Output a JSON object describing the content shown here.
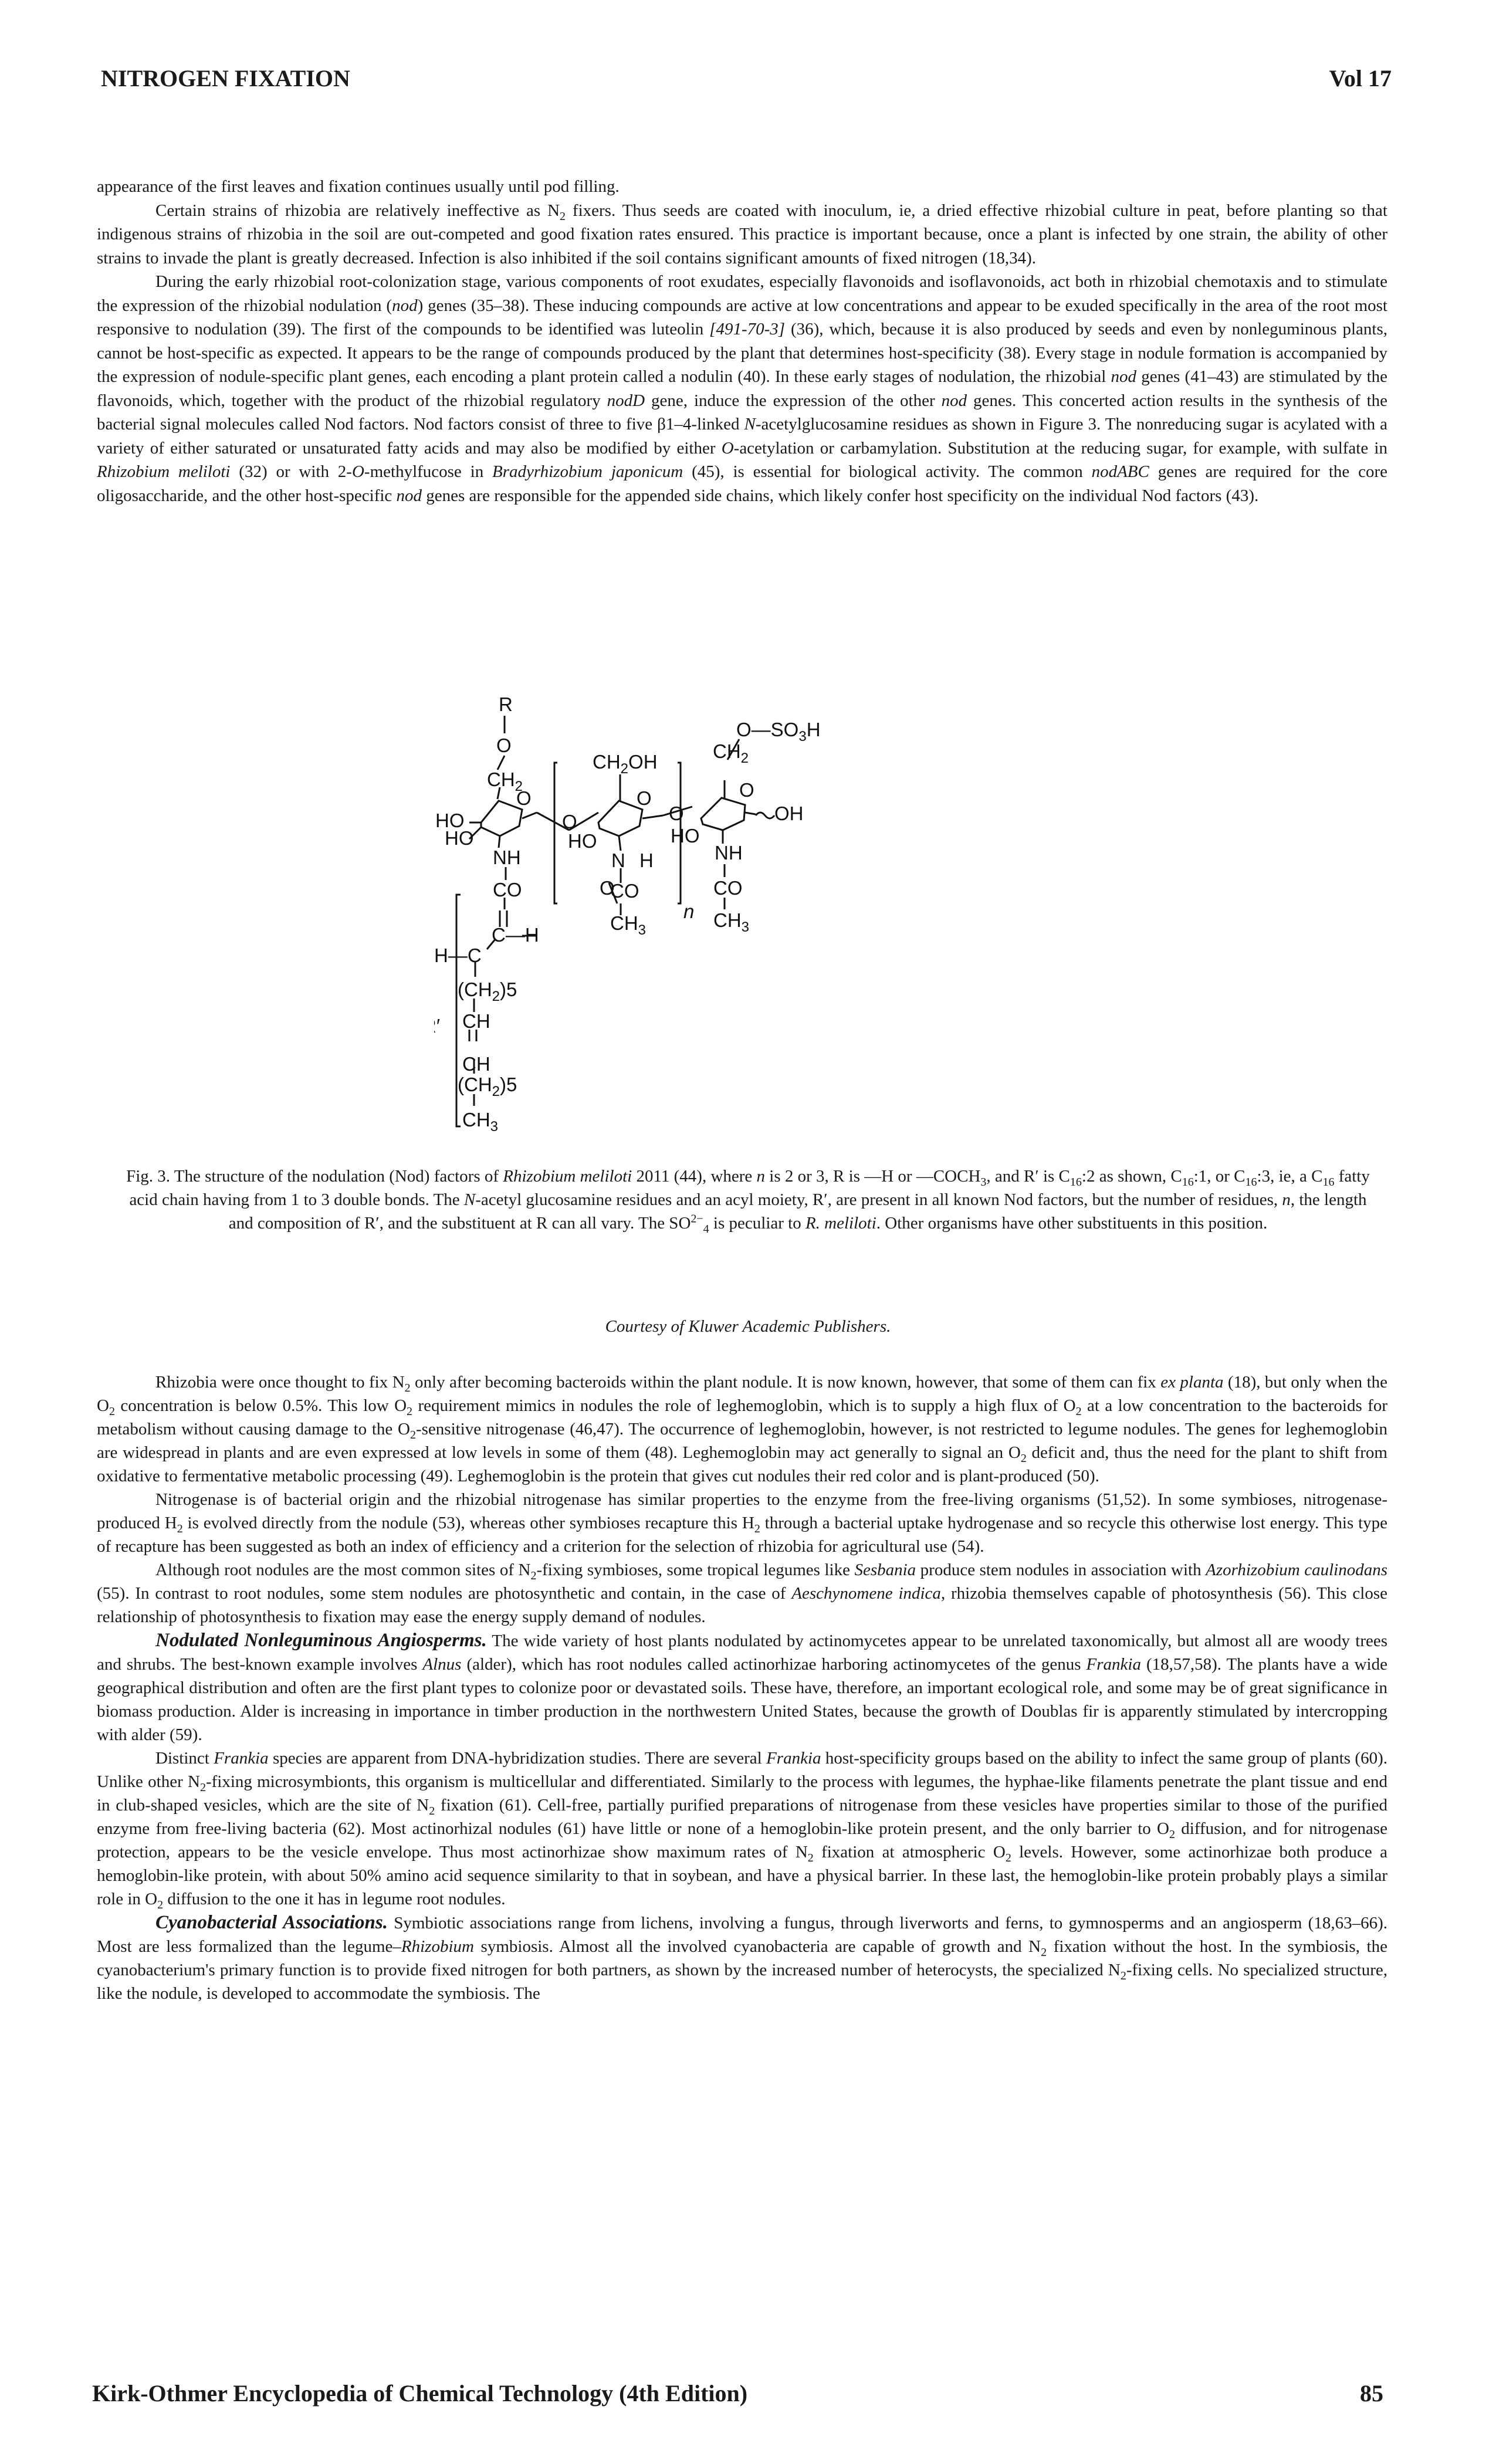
{
  "header": {
    "title": "NITROGEN FIXATION",
    "volume": "Vol 17"
  },
  "body": {
    "p1": "appearance of the first leaves and fixation continues usually until pod filling.",
    "p2": {
      "a": "Certain strains of rhizobia are relatively ineffective as N",
      "b": " fixers. Thus seeds are coated with inoculum, ie, a dried effective rhizobial culture in peat, before planting so that indigenous strains of rhizobia in the soil are out-competed and good fixation rates ensured. This practice is important because, once a plant is infected by one strain, the ability of other strains to invade the plant is greatly decreased. Infection is also inhibited if the soil contains significant amounts of fixed nitrogen (18,34)."
    },
    "p3": {
      "a": "During the early rhizobial root-colonization stage, various components of root exudates, especially flavonoids and isoflavonoids, act both in rhizobial chemotaxis and to stimulate the expression of the rhizobial nodulation (",
      "nod1": "nod",
      "b": ") genes (35–38). These inducing compounds are active at low concentrations and appear to be exuded specifically in the area of the root most responsive to nodulation (39). The first of the compounds to be identified was luteolin ",
      "cas": "[491-70-3]",
      "c": " (36), which, because it is also produced by seeds and even by nonleguminous plants, cannot be host-specific as expected. It appears to be the range of compounds produced by the plant that determines host-specificity (38). Every stage in nodule formation is accompanied by the expression of nodule-specific plant genes, each encoding a plant protein called a nodulin (40). In these early stages of nodulation, the rhizobial ",
      "nod2": "nod",
      "d": " genes (41–43) are stimulated by the flavonoids, which, together with the product of the rhizobial regulatory ",
      "nodD": "nodD",
      "e": " gene, induce the expression of the other ",
      "nod3": "nod",
      "f": " genes. This concerted action results in the synthesis of the bacterial signal molecules called Nod factors. Nod factors consist of three to five β1–4-linked ",
      "N1": "N",
      "g": "-acetylglucosamine residues as shown in Figure 3. The nonreducing sugar is acylated with a variety of either saturated or unsaturated fatty acids and may also be modified by either ",
      "O1": "O",
      "h": "-acetylation or carbamylation. Substitution at the reducing sugar, for example, with sulfate in ",
      "rm": "Rhizobium meliloti",
      "i": " (32) or with 2-",
      "O2": "O",
      "j": "-methylfucose in ",
      "bj": "Bradyrhizobium japonicum",
      "k": " (45), is essential for biological activity. The common ",
      "nodABC": "nodABC",
      "l": " genes are required for the core oligosaccharide, and the other host-specific ",
      "nod4": "nod",
      "m": " genes are responsible for the appended side chains, which likely confer host specificity on the individual Nod factors (43)."
    },
    "p4": {
      "a": "Rhizobia were once thought to fix N",
      "b": " only after becoming bacteroids within the plant nodule. It is now known, however, that some of them can fix ",
      "ep": "ex planta",
      "c": " (18), but only when the O",
      "d": " concentration is below 0.5%. This low O",
      "e": " requirement mimics in nodules the role of leghemoglobin, which is to supply a high flux of O",
      "f": " at a low concentration to the bacteroids for metabolism without causing damage to the O",
      "g": "-sensitive nitrogenase (46,47). The occurrence of leghemoglobin, however, is not restricted to legume nodules. The genes for leghemoglobin are widespread in plants and are even expressed at low levels in some of them (48). Leghemoglobin may act generally to signal an O",
      "h": " deficit and, thus the need for the plant to shift from oxidative to fermentative metabolic processing (49). Leghemoglobin is the protein that gives cut nodules their red color and is plant-produced (50)."
    },
    "p5": {
      "a": "Nitrogenase is of bacterial origin and the rhizobial nitrogenase has similar properties to the enzyme from the free-living organisms (51,52). In some symbioses, nitrogenase-produced H",
      "b": " is evolved directly from the nodule (53), whereas other symbioses recapture this H",
      "c": " through a bacterial uptake hydrogenase and so recycle this otherwise lost energy. This type of recapture has been suggested as both an index of efficiency and a criterion for the selection of rhizobia for agricultural use (54)."
    },
    "p6": {
      "a": "Although root nodules are the most common sites of N",
      "b": "-fixing symbioses, some tropical legumes like ",
      "ses": "Sesbania",
      "c": " produce stem nodules in association with ",
      "azo": "Azorhizobium caulinodans",
      "d": " (55). In contrast to root nodules, some stem nodules are photosynthetic and contain, in the case of ",
      "aes": "Aeschynomene indica",
      "e": ", rhizobia themselves capable of photosynthesis (56). This close relationship of photosynthesis to fixation may ease the energy supply demand of nodules."
    },
    "p7": {
      "head": "Nodulated Nonleguminous Angiosperms.",
      "a": " The wide variety of host plants nodulated by actinomycetes appear to be unrelated taxonomically, but almost all are woody trees and shrubs. The best-known example involves ",
      "alnus": "Alnus",
      "b": " (alder), which has root nodules called actinorhizae harboring actinomycetes of the genus ",
      "frankia": "Frankia",
      "c": " (18,57,58). The plants have a wide geographical distribution and often are the first plant types to colonize poor or devastated soils. These have, therefore, an important ecological role, and some may be of great significance in biomass production. Alder is increasing in importance in timber production in the northwestern United States, because the growth of Doublas fir is apparently stimulated by intercropping with alder (59)."
    },
    "p8": {
      "a": "Distinct ",
      "fr1": "Frankia",
      "b": " species are apparent from DNA-hybridization studies. There are several ",
      "fr2": "Frankia",
      "c": " host-specificity groups based on the ability to infect the same group of plants (60). Unlike other N",
      "d": "-fixing microsymbionts, this organism is multicellular and differentiated. Similarly to the process with legumes, the hyphae-like filaments penetrate the plant tissue and end in club-shaped vesicles, which are the site of N",
      "e": " fixation (61). Cell-free, partially purified preparations of nitrogenase from these vesicles have properties similar to those of the purified enzyme from free-living bacteria (62). Most actinorhizal nodules (61) have little or none of a hemoglobin-like protein present, and the only barrier to O",
      "f": " diffusion, and for nitrogenase protection, appears to be the vesicle envelope. Thus most actinorhizae show maximum rates of N",
      "g": " fixation at atmospheric O",
      "h": " levels. However, some actinorhizae both produce a hemoglobin-like protein, with about 50% amino acid sequence similarity to that in soybean, and have a physical barrier. In these last, the hemoglobin-like protein probably plays a similar role in O",
      "i": " diffusion to the one it has in legume root nodules."
    },
    "p9": {
      "head": "Cyanobacterial Associations.",
      "a": " Symbiotic associations range from lichens, involving a fungus, through liverworts and ferns, to gymnosperms and an angiosperm (18,63–66). Most are less formalized than the legume–",
      "rhiz": "Rhizobium",
      "b": " symbiosis. Almost all the involved cyanobacteria are capable of growth and N",
      "c": " fixation without the host. In the symbiosis, the cyanobacterium's primary function is to provide fixed nitrogen for both partners, as shown by the increased number of heterocysts, the specialized N",
      "d": "-fixing cells. No specialized structure, like the nodule, is developed to accommodate the symbiosis. The"
    },
    "sub2": "2",
    "sub3": "3",
    "sub16": "16"
  },
  "figure": {
    "labels": {
      "R": "R",
      "O": "O",
      "CH2": "CH",
      "CH2OH": "CH",
      "OH": "OH",
      "HO": "HO",
      "NH": "NH",
      "N": "N",
      "H": "H",
      "CO": "CO",
      "CH3": "CH",
      "C": "C",
      "Rprime": "R′",
      "SO3H": "O—SO",
      "n": "n",
      "CHc": "CH",
      "dbl": "||",
      "Hdash": "H—C",
      "Cdash": "C—H",
      "CH25": "(CH",
      "sub5": ")5",
      "two": "2",
      "three": "3",
      "OHend": "OH"
    }
  },
  "caption": {
    "a": "Fig. 3. The structure of the nodulation (Nod) factors of ",
    "rm": "Rhizobium meliloti",
    "b": " 2011 (44), where ",
    "n": "n",
    "c": " is 2 or 3, R is —H or —COCH",
    "d": ", and R′ is C",
    "e": ":2 as shown, C",
    "f": ":1, or C",
    "g": ":3, ie, a C",
    "h": " fatty acid chain having from 1 to 3 double bonds. The ",
    "N": "N",
    "i": "-acetyl glucosamine residues and an acyl moiety, R′, are present in all known Nod factors, but the number of residues, ",
    "n2": "n",
    "j": ", the length and composition of R′, and the substituent at R can all vary. The SO",
    "sup": "2−",
    "sub4": "4",
    "k": " is peculiar to ",
    "rm2": "R. meliloti",
    "l": ". Other organisms have other substituents in this position.",
    "courtesy": "Courtesy of Kluwer Academic Publishers."
  },
  "footer": {
    "title": "Kirk-Othmer Encyclopedia of Chemical Technology (4th Edition)",
    "page": "85"
  }
}
